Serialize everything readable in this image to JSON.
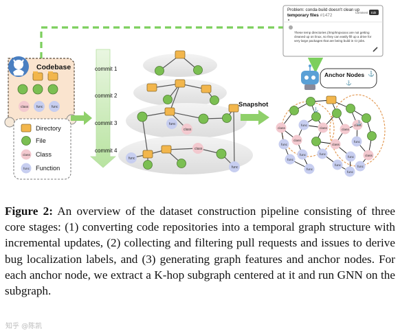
{
  "figure": {
    "codebase_label": "Codebase",
    "commits": [
      "commit 1",
      "commit 2",
      "commit 3",
      "commit 4"
    ],
    "snapshot_label": "Snapshot",
    "anchor_label": "Anchor Nodes",
    "legend": {
      "directory": "Directory",
      "file": "File",
      "class": "Class",
      "function": "Function"
    },
    "node_text": {
      "class": "class",
      "func": "func"
    },
    "issue": {
      "title": "Problem: conda-build doesn't clean up",
      "subtitle": "temporary files",
      "number": "#1472",
      "tab1": "Comment",
      "tab2": "Edit",
      "body": "These temp directories (/tmp/tmpxxxxx are not getting cleaned up on linux, so they can easily fill up a drive for very large packages that are being build in CI jobs."
    },
    "colors": {
      "directory": "#f2b64c",
      "file": "#7bbf52",
      "class": "#f3c9cf",
      "function": "#c7cef0",
      "arrow_green": "#8fd06a",
      "dashed_green": "#7ccf5d",
      "orange_dash": "#e39a55"
    }
  },
  "caption": {
    "label": "Figure 2:",
    "text": "An overview of the dataset construction pipeline consisting of three core stages: (1) converting code repositories into a temporal graph structure with incremental updates, (2) collecting and filtering pull requests and issues to derive bug localization labels, and (3) generating graph features and anchor nodes. For each anchor node, we extract a K-hop subgraph centered at it and run GNN on the subgraph."
  },
  "watermark": "知乎 @陈凯"
}
